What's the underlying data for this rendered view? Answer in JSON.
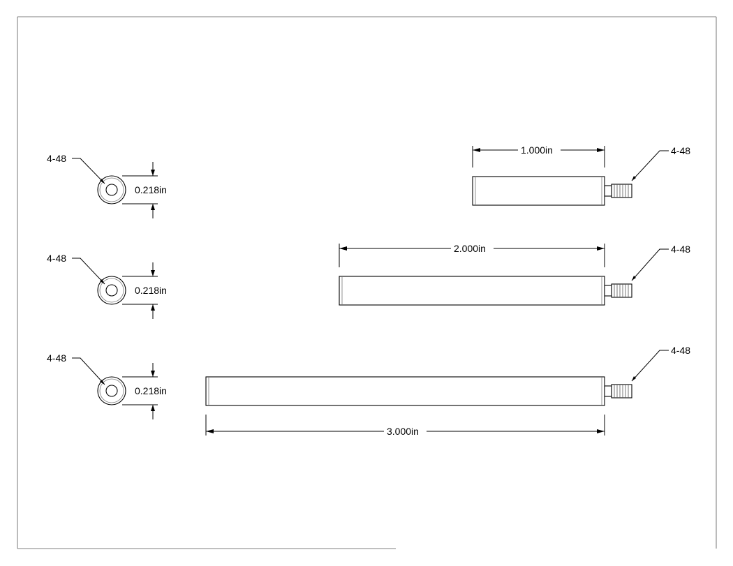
{
  "drawing": {
    "thread_callout": "4-48",
    "diameter_label": "0.218in",
    "length_labels": [
      "1.000in",
      "2.000in",
      "3.000in"
    ]
  },
  "end_views": [
    {
      "callout": "4-48",
      "diameter": "0.218in"
    },
    {
      "callout": "4-48",
      "diameter": "0.218in"
    },
    {
      "callout": "4-48",
      "diameter": "0.218in"
    }
  ],
  "side_views": [
    {
      "length": "1.000in",
      "callout": "4-48"
    },
    {
      "length": "2.000in",
      "callout": "4-48"
    },
    {
      "length": "3.000in",
      "callout": "4-48"
    }
  ]
}
